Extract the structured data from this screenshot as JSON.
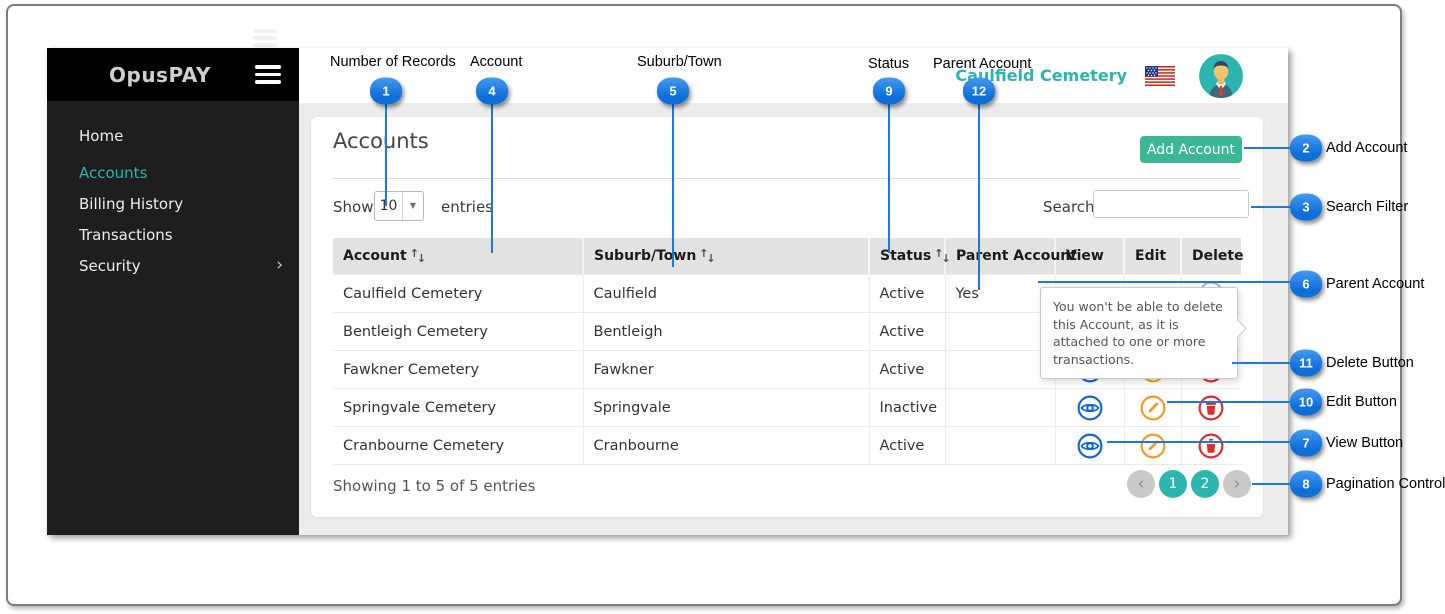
{
  "sidebar": {
    "logo": "OpusPAY",
    "items": [
      {
        "label": "Home"
      },
      {
        "label": "Accounts"
      },
      {
        "label": "Billing History"
      },
      {
        "label": "Transactions"
      },
      {
        "label": "Security"
      }
    ]
  },
  "header": {
    "account_name": "Caulfield Cemetery"
  },
  "main": {
    "title": "Accounts",
    "add_button": "Add Account",
    "show_label": "Show",
    "entries_per_page": "10",
    "entries_label": "entries",
    "search_label": "Search",
    "search_value": "",
    "table": {
      "columns": [
        "Account",
        "Suburb/Town",
        "Status",
        "Parent Account",
        "View",
        "Edit",
        "Delete"
      ],
      "rows": [
        {
          "account": "Caulfield Cemetery",
          "suburb": "Caulfield",
          "status": "Active",
          "parent": "Yes"
        },
        {
          "account": "Bentleigh Cemetery",
          "suburb": "Bentleigh",
          "status": "Active",
          "parent": ""
        },
        {
          "account": "Fawkner Cemetery",
          "suburb": "Fawkner",
          "status": "Active",
          "parent": ""
        },
        {
          "account": "Springvale Cemetery",
          "suburb": "Springvale",
          "status": "Inactive",
          "parent": ""
        },
        {
          "account": "Cranbourne Cemetery",
          "suburb": "Cranbourne",
          "status": "Active",
          "parent": ""
        }
      ]
    },
    "tooltip": "You won't be able to delete this Account, as it is attached to one or more transactions.",
    "footer": "Showing 1 to 5 of 5 entries",
    "pagination": {
      "pages": [
        "1",
        "2"
      ]
    }
  },
  "annotations": {
    "top": [
      {
        "num": "1",
        "label": "Number of Records"
      },
      {
        "num": "4",
        "label": "Account"
      },
      {
        "num": "5",
        "label": "Suburb/Town"
      },
      {
        "num": "9",
        "label": "Status"
      },
      {
        "num": "12",
        "label": "Parent Account"
      }
    ],
    "right": [
      {
        "num": "2",
        "label": "Add Account"
      },
      {
        "num": "3",
        "label": "Search Filter"
      },
      {
        "num": "6",
        "label": "Parent Account"
      },
      {
        "num": "11",
        "label": "Delete Button"
      },
      {
        "num": "10",
        "label": "Edit Button"
      },
      {
        "num": "7",
        "label": "View Button"
      },
      {
        "num": "8",
        "label": "Pagination Control"
      }
    ]
  },
  "icons": {
    "sort_up": "↑",
    "sort_down": "↓",
    "dropdown": "▼",
    "chevron_right": "›",
    "prev": "‹",
    "next": "›"
  },
  "colors": {
    "accent_teal": "#2cb5ae",
    "add_button_green": "#3cb795",
    "callout_blue": "#1778e2",
    "view_blue": "#1565d0",
    "edit_orange": "#f59a23",
    "delete_red": "#e02b2b",
    "disabled_gray": "#b5b5b5"
  }
}
